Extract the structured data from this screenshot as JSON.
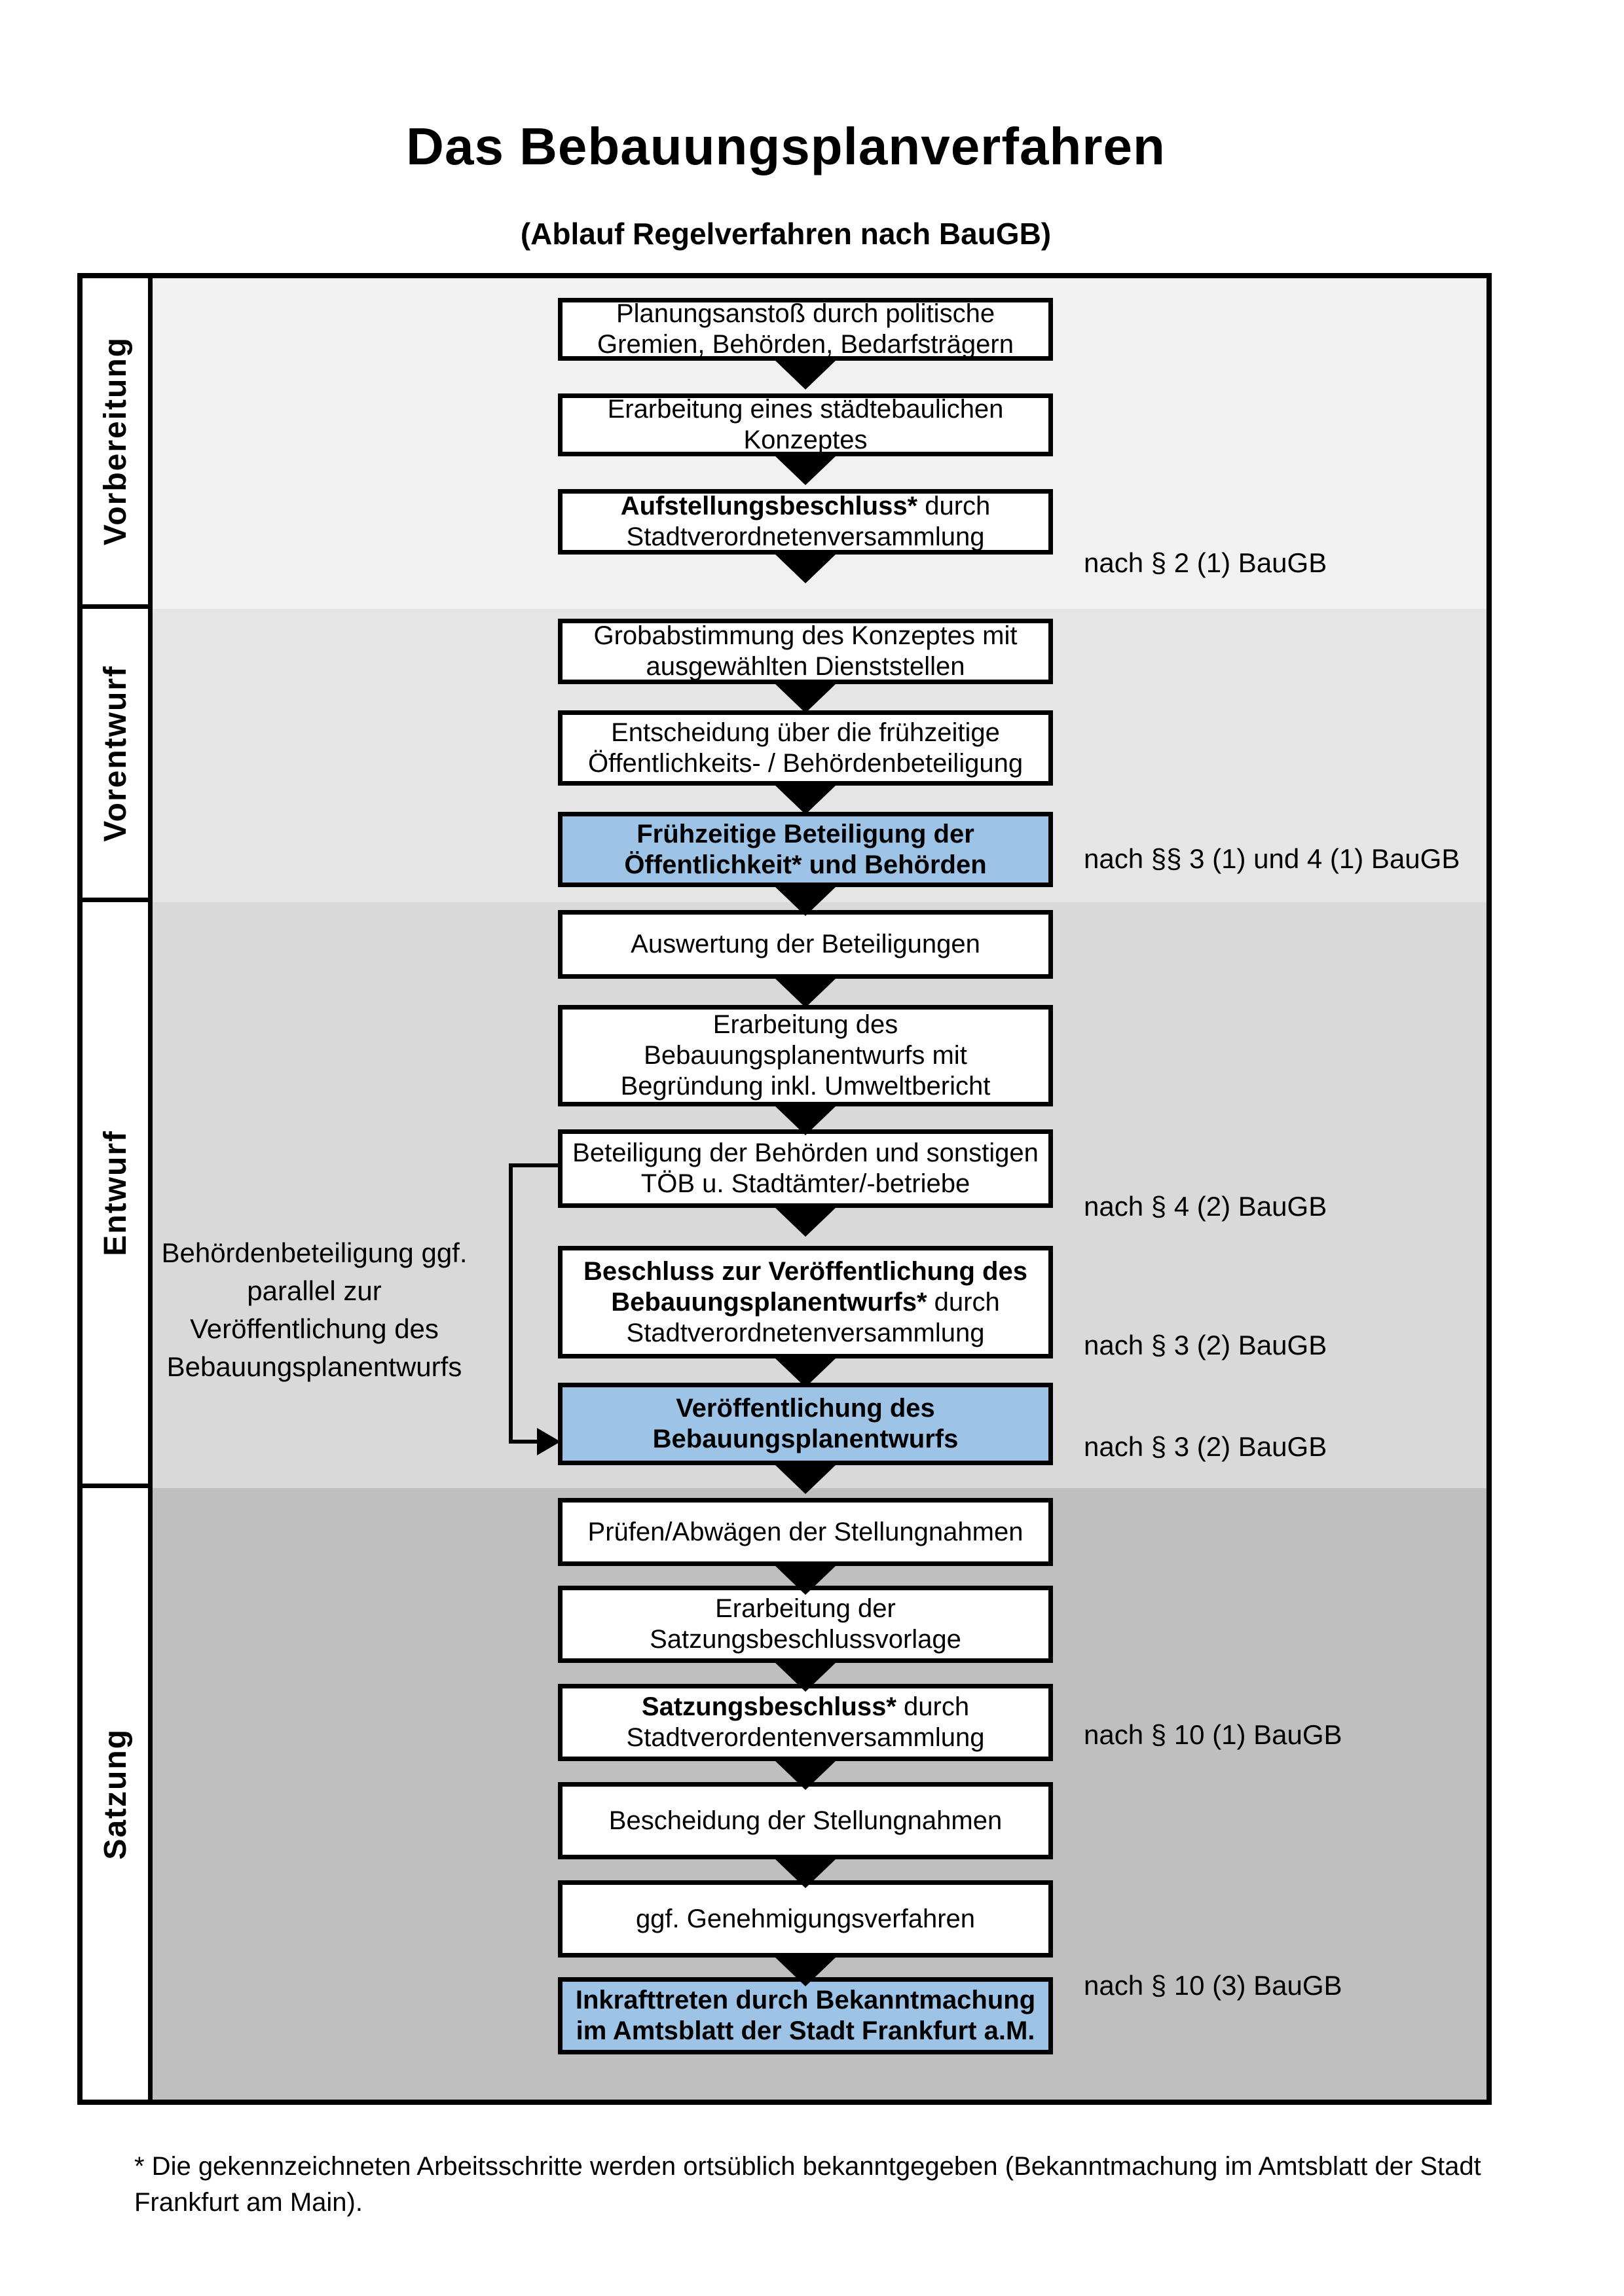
{
  "title": "Das Bebauungsplanverfahren",
  "subtitle": "(Ablauf Regelverfahren nach BauGB)",
  "phases": [
    {
      "label": "Vorbereitung"
    },
    {
      "label": "Vorentwurf"
    },
    {
      "label": "Entwurf"
    },
    {
      "label": "Satzung"
    }
  ],
  "steps": [
    {
      "bold": "",
      "text": "Planungsanstoß durch politische Gremien, Behörden, Bedarfsträgern",
      "highlighted": false
    },
    {
      "bold": "",
      "text": "Erarbeitung eines städtebaulichen Konzeptes",
      "highlighted": false
    },
    {
      "bold": "Aufstellungsbeschluss*",
      "text": " durch Stadtverordnetenversammlung",
      "highlighted": false
    },
    {
      "bold": "",
      "text": "Grobabstimmung des Konzeptes mit ausgewählten Dienststellen",
      "highlighted": false
    },
    {
      "bold": "",
      "text": "Entscheidung über die frühzeitige Öffentlichkeits- / Behördenbeteiligung",
      "highlighted": false
    },
    {
      "bold": "Frühzeitige Beteiligung der Öffentlichkeit* und Behörden",
      "text": "",
      "highlighted": true
    },
    {
      "bold": "",
      "text": "Auswertung der Beteiligungen",
      "highlighted": false
    },
    {
      "bold": "",
      "text": "Erarbeitung des Bebauungsplanentwurfs mit Begründung inkl. Umweltbericht",
      "highlighted": false
    },
    {
      "bold": "",
      "text": "Beteiligung der Behörden und sonstigen TÖB u. Stadtämter/-betriebe",
      "highlighted": false
    },
    {
      "bold": "Beschluss zur Veröffentlichung des Bebauungsplanentwurfs*",
      "text": " durch Stadtverordnetenversammlung",
      "highlighted": false
    },
    {
      "bold": "Veröffentlichung des Bebauungsplanentwurfs",
      "text": "",
      "highlighted": true
    },
    {
      "bold": "",
      "text": "Prüfen/Abwägen der Stellungnahmen",
      "highlighted": false
    },
    {
      "bold": "",
      "text": "Erarbeitung der Satzungsbeschlussvorlage",
      "highlighted": false
    },
    {
      "bold": "Satzungsbeschluss*",
      "text": " durch Stadtverordentenversammlung",
      "highlighted": false
    },
    {
      "bold": "",
      "text": "Bescheidung der Stellungnahmen",
      "highlighted": false
    },
    {
      "bold": "",
      "text": "ggf. Genehmigungsverfahren",
      "highlighted": false
    },
    {
      "bold": "Inkrafttreten",
      "text": " durch Bekanntmachung im Amtsblatt der Stadt Frankfurt a.M.",
      "highlighted": true
    }
  ],
  "references": [
    "nach § 2 (1) BauGB",
    "nach §§ 3 (1) und 4 (1) BauGB",
    "nach § 4 (2) BauGB",
    "nach § 3 (2) BauGB",
    "nach § 3 (2) BauGB",
    "nach § 10 (1) BauGB",
    "nach § 10 (3) BauGB"
  ],
  "side_note": "Behördenbeteiligung ggf. parallel zur Veröffentlichung des Bebauungsplanentwurfs",
  "footnote": "* Die gekennzeichneten Arbeitsschritte werden ortsüblich bekanntgegeben (Bekanntmachung im Amtsblatt  der Stadt Frankfurt am Main).",
  "colors": {
    "highlight_blue": "#9dc3e6",
    "section_vorbereitung_bg": "#f1f1f1",
    "section_vorentwurf_bg": "#e5e5e5",
    "section_entwurf_bg": "#d9d9d9",
    "section_satzung_bg": "#bfbfbf",
    "box_bg": "#ffffff",
    "line_color": "#000000"
  }
}
